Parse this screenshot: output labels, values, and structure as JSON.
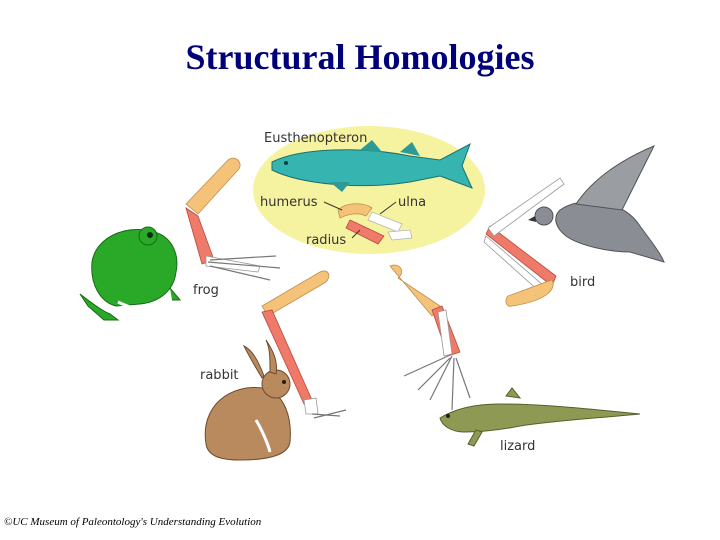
{
  "title": "Structural Homologies",
  "labels": {
    "fish": "Eusthenopteron",
    "humerus": "humerus",
    "ulna": "ulna",
    "radius": "radius",
    "frog": "frog",
    "bird": "bird",
    "rabbit": "rabbit",
    "lizard": "lizard"
  },
  "credit": "©UC Museum of Paleontology's Understanding Evolution",
  "colors": {
    "title": "#00007a",
    "humerus_bone": "#f5c27a",
    "radius_bone": "#ef7a6a",
    "ulna_bone": "#ffffff",
    "highlight_ellipse": "#f6f3a0",
    "fish": "#36b4b0",
    "frog": "#2aa828",
    "bird": "#8a8d93",
    "rabbit": "#b98a5e",
    "lizard": "#8e9a54"
  }
}
